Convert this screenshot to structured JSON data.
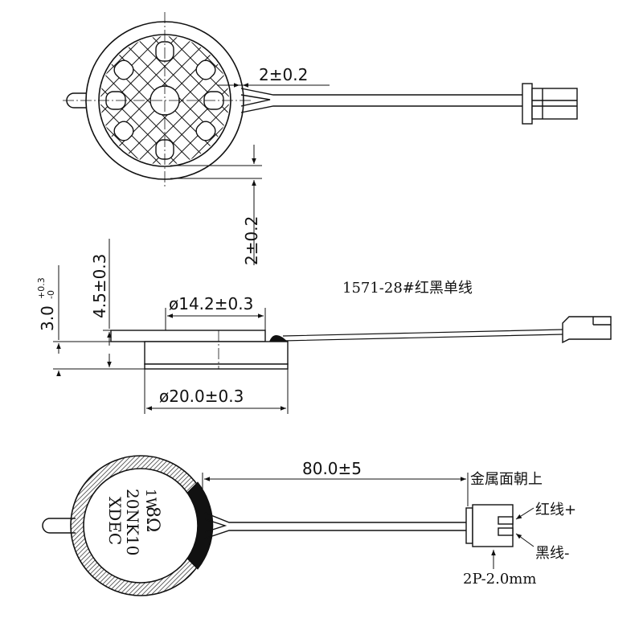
{
  "top_view": {
    "dim_wire_offset": "2±0.2",
    "dim_rim_gap": "2±0.2"
  },
  "side_view": {
    "model_label": "1571-28#红黑单线",
    "dim_inner_diameter": "ø14.2±0.3",
    "dim_outer_diameter": "ø20.0±0.3",
    "dim_total_height": "4.5±0.3",
    "dim_height_main": "3.0",
    "dim_height_tol_upper": "+0.3",
    "dim_height_tol_lower": "-0"
  },
  "bottom_view": {
    "dim_wire_length": "80.0±5",
    "face_note": "金属面朝上",
    "red_wire_label": "红线+",
    "black_wire_label": "黑线-",
    "connector_spec": "2P-2.0mm",
    "marking_brand": "XDEC",
    "marking_model": "20NK10",
    "marking_impedance": "8Ω",
    "marking_power": "1W"
  }
}
